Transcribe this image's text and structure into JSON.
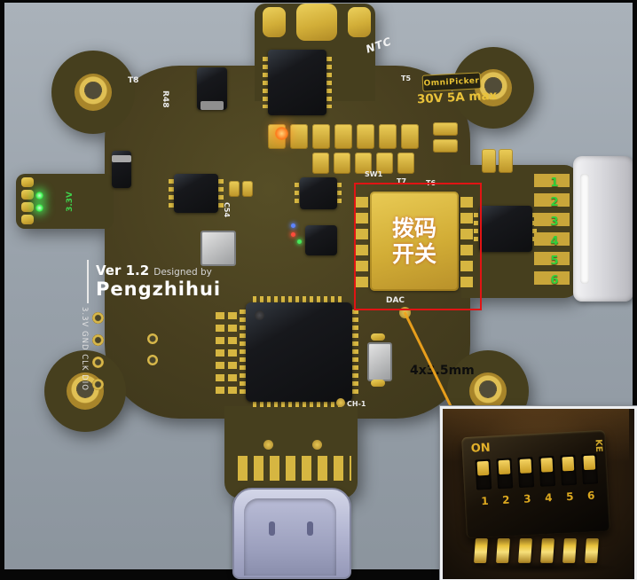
{
  "board": {
    "version": "Ver 1.2",
    "designed_by": "Designed by",
    "designer": "Pengzhihui",
    "badge_brand": "OmniPicker",
    "badge_rating": "30V 5A max",
    "silkscreen": {
      "ntc": "NTC",
      "t5": "T5",
      "t6": "T6",
      "t7": "T7",
      "t8": "T8",
      "r48": "R48",
      "c54": "C54",
      "sw1": "SW1",
      "dac": "DAC",
      "ch1": "CH-1",
      "rail": "3.3V",
      "debug": "3.3V GND CLK DIO"
    }
  },
  "connector": {
    "pin_numbers": [
      "1",
      "2",
      "3",
      "4",
      "5",
      "6"
    ],
    "pin_color": "#2fd03c"
  },
  "annotation": {
    "dip_label_line1": "拨码",
    "dip_label_line2": "开关",
    "hole_spec": "4x3.5mm",
    "highlight_color": "#e11414",
    "callout_color": "#f0a41c"
  },
  "inset": {
    "on": "ON",
    "side": "KE",
    "numbers": [
      "1",
      "2",
      "3",
      "4",
      "5",
      "6"
    ]
  },
  "palette": {
    "background": "#99a2ab",
    "board_olive": "#463f1e",
    "gold": "#d6b641",
    "usb_lavender": "#c3c6de"
  }
}
